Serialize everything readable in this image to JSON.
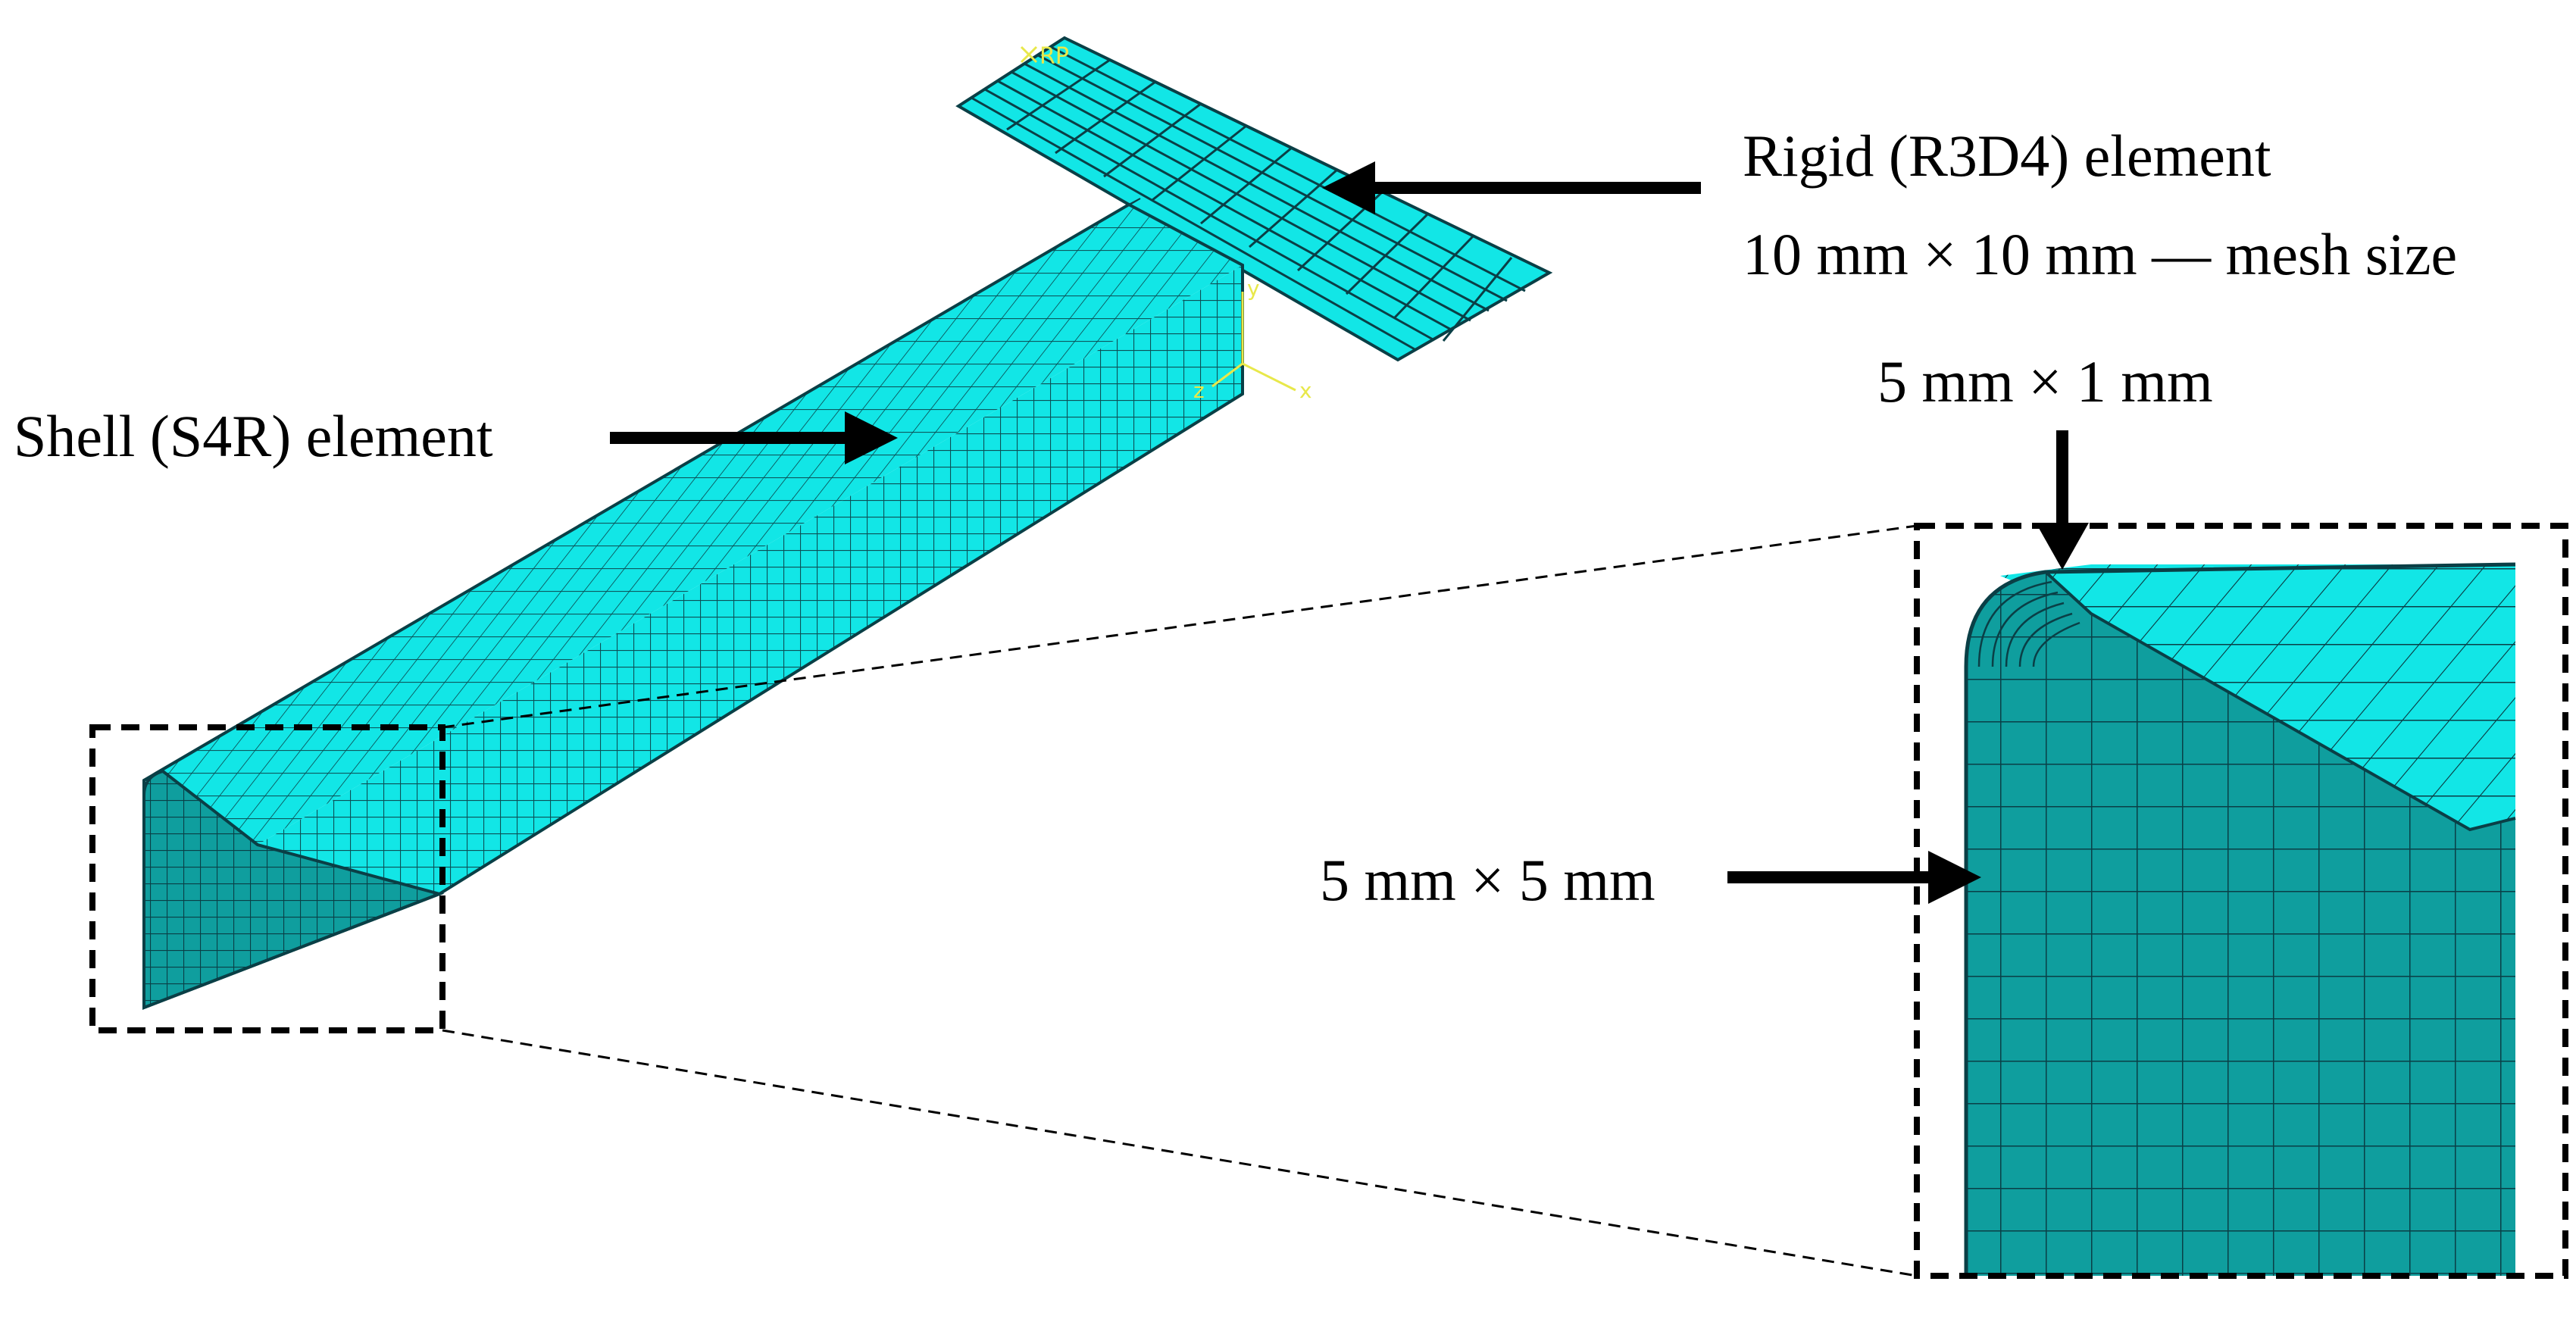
{
  "labels": {
    "rigid_line1": "Rigid (R3D4) element",
    "rigid_line2": "10 mm × 10 mm — mesh size",
    "shell": "Shell (S4R) element",
    "mesh_5x1": "5 mm × 1 mm",
    "mesh_5x5": "5 mm × 5 mm"
  },
  "triad": {
    "x": "x",
    "y": "y",
    "z": "z",
    "rp": "RP"
  },
  "colors": {
    "mesh_face": "#12e6e6",
    "mesh_side": "#0f9e9e",
    "mesh_side_dark": "#0c8282",
    "mesh_line": "#0a3f46",
    "annotation": "#000000",
    "triad": "#e8e84a"
  }
}
